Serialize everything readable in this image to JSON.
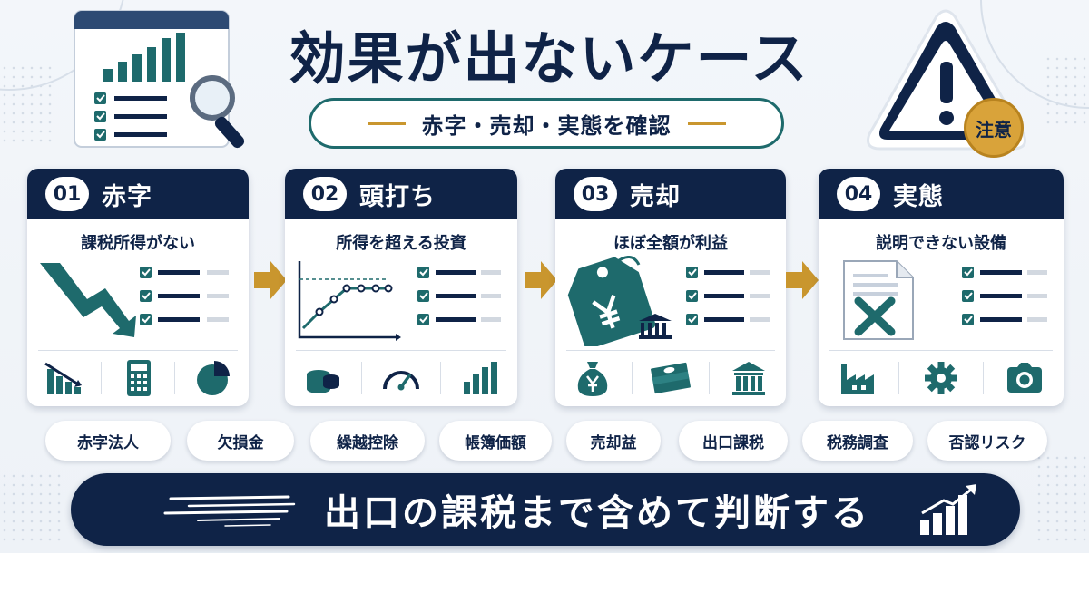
{
  "title": "効果が出ないケース",
  "subtitle": "赤字・売却・実態を確認",
  "caution_badge": "注意",
  "cards": [
    {
      "number": "01",
      "title": "赤字",
      "subtitle": "課税所得がない",
      "bottom_icons": [
        "declining-bars-icon",
        "calculator-icon",
        "pie-chart-icon"
      ]
    },
    {
      "number": "02",
      "title": "頭打ち",
      "subtitle": "所得を超える投資",
      "bottom_icons": [
        "coin-stack-icon",
        "speedometer-icon",
        "bar-chart-icon"
      ]
    },
    {
      "number": "03",
      "title": "売却",
      "subtitle": "ほぼ全額が利益",
      "bottom_icons": [
        "money-bag-icon",
        "banknotes-icon",
        "bank-icon"
      ]
    },
    {
      "number": "04",
      "title": "実態",
      "subtitle": "説明できない設備",
      "bottom_icons": [
        "factory-icon",
        "gear-icon",
        "camera-icon"
      ]
    }
  ],
  "tags": [
    "赤字法人",
    "欠損金",
    "繰越控除",
    "帳簿価額",
    "売却益",
    "出口課税",
    "税務調査",
    "否認リスク"
  ],
  "banner": "出口の課税まで含めて判断する",
  "colors": {
    "navy": "#0f2347",
    "teal": "#1e6a6c",
    "gold": "#c9962e",
    "background": "#f1f4f8"
  }
}
